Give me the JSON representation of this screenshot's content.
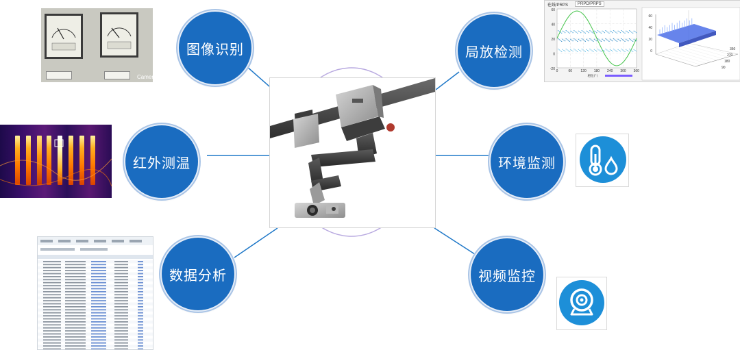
{
  "center": {
    "name": "inspection-robot"
  },
  "nodes": [
    {
      "key": "image_recognition",
      "label": "图像识别"
    },
    {
      "key": "infrared_temp",
      "label": "红外测温"
    },
    {
      "key": "data_analysis",
      "label": "数据分析"
    },
    {
      "key": "partial_discharge",
      "label": "局放检测"
    },
    {
      "key": "env_monitoring",
      "label": "环境监测"
    },
    {
      "key": "video_monitoring",
      "label": "视频监控"
    }
  ],
  "thumbnails": {
    "meter_photo": {
      "caption": "Camer"
    },
    "pd_chart": {
      "tab1": "在线/PRPS",
      "tab2": "PRPD/PRPS",
      "y_ticks": [
        "60",
        "40",
        "20",
        "0",
        "-20"
      ],
      "x_ticks": [
        "0",
        "60",
        "120",
        "180",
        "240",
        "300",
        "360"
      ],
      "x_label": "相位(°)",
      "z_ticks": [
        "60",
        "40",
        "20",
        "0"
      ],
      "depth_ticks": [
        "360",
        "270",
        "180",
        "90"
      ]
    }
  },
  "colors": {
    "node_fill": "#1a6cc0",
    "connector": "#1f78c8",
    "env_icon": "#1d8fd8",
    "video_icon": "#1d8fd8"
  },
  "icons": {
    "env": "thermometer-water-drop-icon",
    "video": "webcam-icon"
  }
}
